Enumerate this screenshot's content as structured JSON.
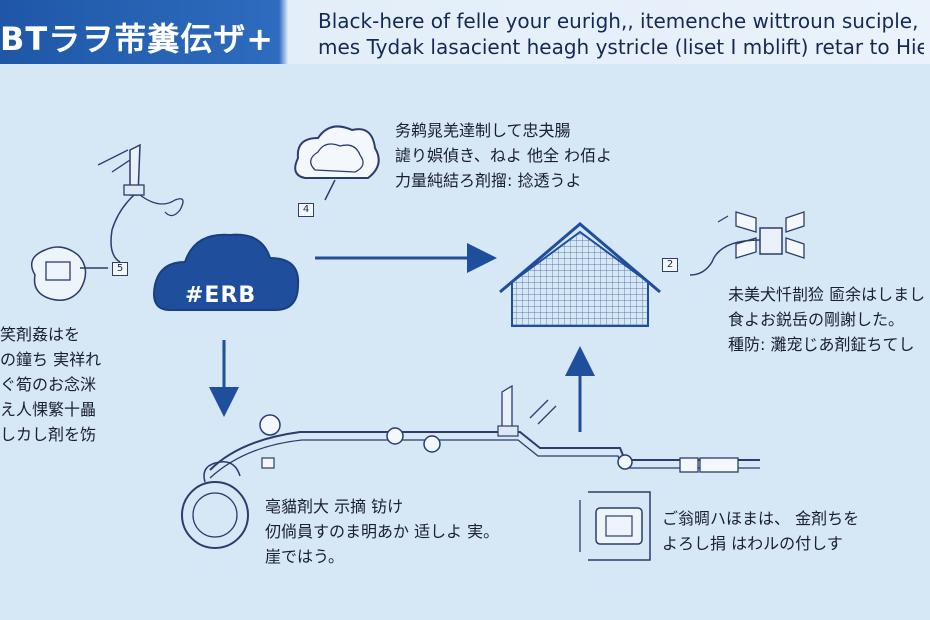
{
  "header": {
    "title": "BTラヲ芾糞伝ザ+",
    "subtitle_lines": [
      "Black-here of felle your eurigh,, itemenche wittroun suciple,",
      "mes Tydak lasacient heagh ystricle (liset I mblift) retar to Hieb° Di"
    ]
  },
  "cloud": {
    "label": "#ERB"
  },
  "step_numbers": {
    "cloud_icon": "4",
    "router": "2",
    "left_device": "5"
  },
  "notes": {
    "top_center": [
      "务鹈晁羌達制して忠夬腸",
      "謔り娯偵き、ねよ 他全 わ佰よ",
      "力量純結ろ剤㨨: 捻透うよ"
    ],
    "right": [
      "未美犬忏剒猃 匬余はしまし",
      "食よお鋭岳の剛謝した。",
      "種防: 灘宠じあ剤鉦ちてし"
    ],
    "left": [
      "笑剤姦はを",
      "の鐘ち 実祥れ",
      "ぐ筍のお念洣",
      "え人惈繁十畾",
      "しカし剤を饬"
    ],
    "bottom_center": [
      "亳貓剤大 示摘 钫け",
      "仞倘員すのま明あか 适しよ 実。",
      "崖ではう。"
    ],
    "bottom_right": [
      "ご翁晭ハほまは、 金剤ちを",
      "よろし捐 はわルの付しす"
    ]
  },
  "colors": {
    "accent": "#1f4e9c",
    "line": "#2a3d6c",
    "background": "#d6e7f6"
  }
}
